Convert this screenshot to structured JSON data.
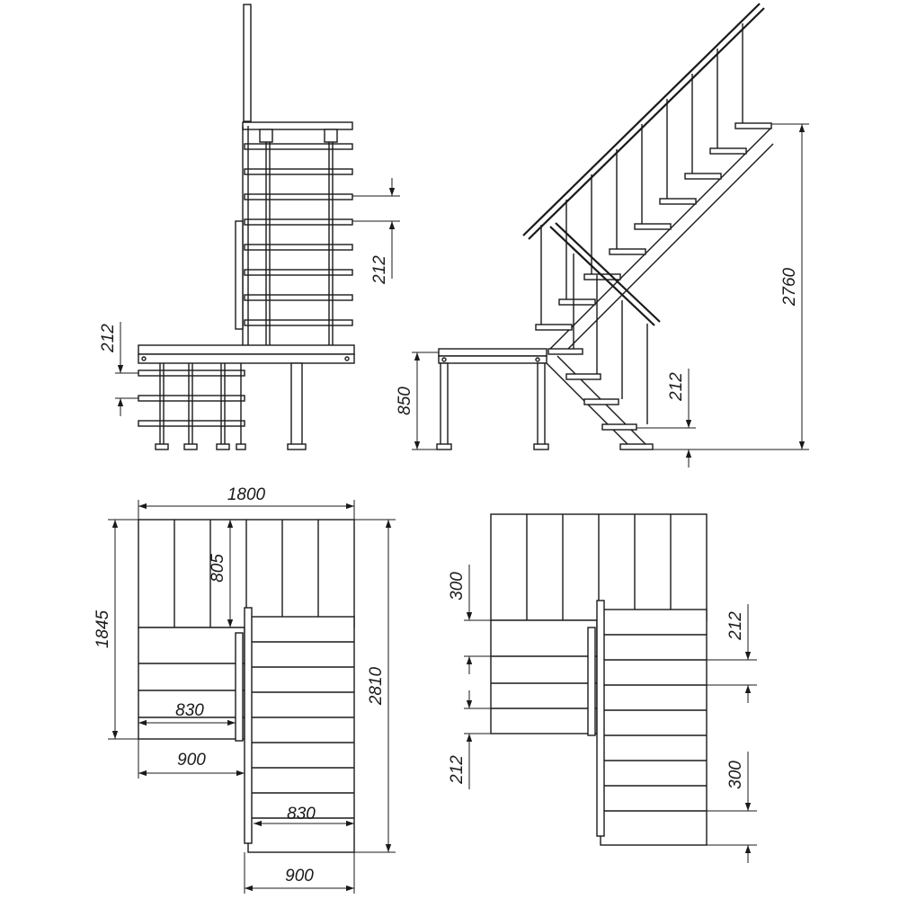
{
  "dims": {
    "front_riser": "212",
    "front_left_riser": "212",
    "side_height_total": "2760",
    "side_platform_height": "850",
    "side_riser": "212",
    "plan_width": "1800",
    "plan_depth_left": "1845",
    "plan_landing": "805",
    "plan_total_depth": "2810",
    "plan_tread_left": "830",
    "plan_flight_left": "900",
    "plan_tread_bottom": "830",
    "plan_flight_bottom": "900",
    "plan2_top_offset": "300",
    "plan2_left_riser": "212",
    "plan2_right_riser": "212",
    "plan2_right_going": "300"
  }
}
